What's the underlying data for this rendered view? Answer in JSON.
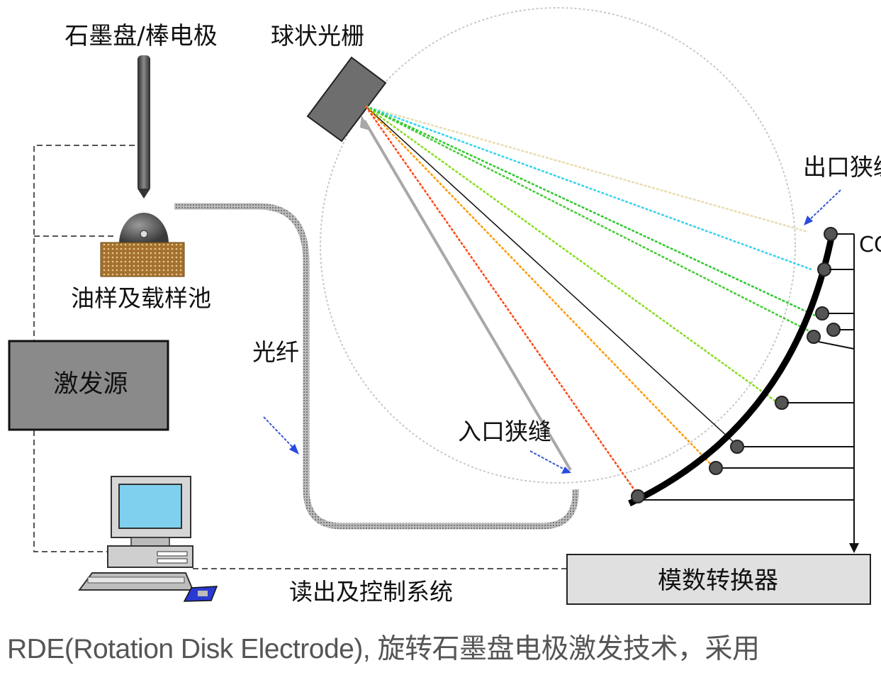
{
  "labels": {
    "electrode": "石墨盘/棒电极",
    "grating": "球状光栅",
    "exit_slit": "出口狭缝",
    "ccd": "CCD",
    "sample": "油样及载样池",
    "fiber": "光纤",
    "source": "激发源",
    "entrance_slit": "入口狭缝",
    "readout": "读出及控制系统",
    "adc": "模数转换器"
  },
  "caption": "RDE(Rotation Disk Electrode), 旋转石墨盘电极激发技术，采用",
  "colors": {
    "ray_colors": [
      "#f0e8c8",
      "#33d6f0",
      "#2ec82e",
      "#44cc33",
      "#88dd22",
      "#111111",
      "#ff9900",
      "#ff4a1a"
    ],
    "source_box": "#8a8a8a",
    "adc_box": "#e0e0e0",
    "sample_cell": "#9c6b2a"
  },
  "icons": [
    "computer-icon",
    "arrow-icon"
  ]
}
